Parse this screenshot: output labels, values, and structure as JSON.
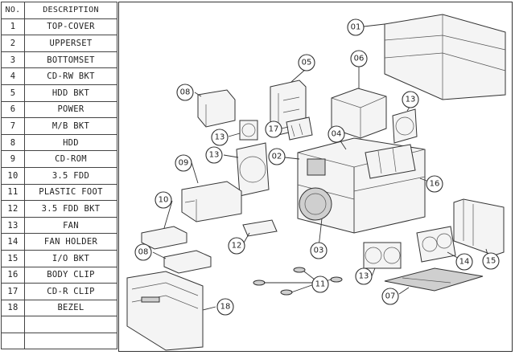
{
  "table": {
    "header": {
      "no": "NO.",
      "description": "DESCRIPTION"
    },
    "rows": [
      {
        "no": "1",
        "description": "TOP-COVER"
      },
      {
        "no": "2",
        "description": "UPPERSET"
      },
      {
        "no": "3",
        "description": "BOTTOMSET"
      },
      {
        "no": "4",
        "description": "CD-RW BKT"
      },
      {
        "no": "5",
        "description": "HDD BKT"
      },
      {
        "no": "6",
        "description": "POWER"
      },
      {
        "no": "7",
        "description": "M/B BKT"
      },
      {
        "no": "8",
        "description": "HDD"
      },
      {
        "no": "9",
        "description": "CD-ROM"
      },
      {
        "no": "10",
        "description": "3.5 FDD"
      },
      {
        "no": "11",
        "description": "PLASTIC FOOT"
      },
      {
        "no": "12",
        "description": "3.5 FDD BKT"
      },
      {
        "no": "13",
        "description": "FAN"
      },
      {
        "no": "14",
        "description": "FAN HOLDER"
      },
      {
        "no": "15",
        "description": "I/O BKT"
      },
      {
        "no": "16",
        "description": "BODY CLIP"
      },
      {
        "no": "17",
        "description": "CD-R CLIP"
      },
      {
        "no": "18",
        "description": "BEZEL"
      },
      {
        "no": "",
        "description": ""
      },
      {
        "no": "",
        "description": ""
      }
    ]
  },
  "callouts": [
    "01",
    "05",
    "06",
    "08",
    "13",
    "04",
    "13",
    "17",
    "02",
    "13",
    "09",
    "16",
    "10",
    "12",
    "03",
    "08",
    "14",
    "15",
    "11",
    "13",
    "07",
    "18"
  ]
}
